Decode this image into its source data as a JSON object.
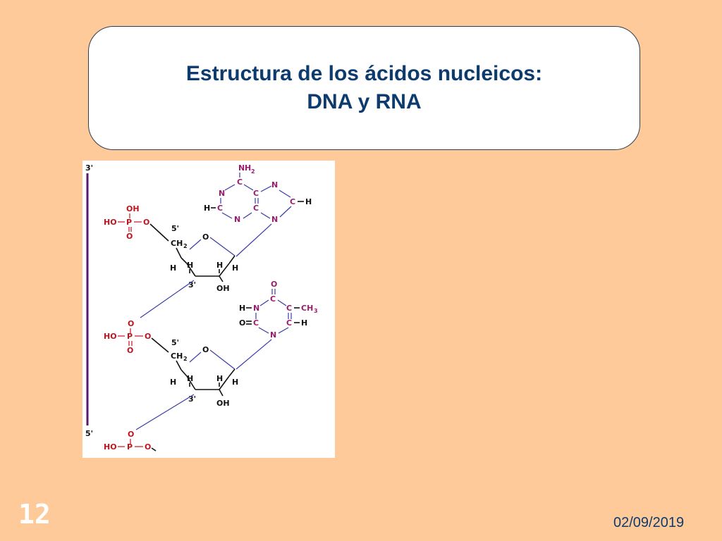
{
  "slide": {
    "title_line1": "Estructura de los ácidos nucleicos:",
    "title_line2": "DNA y RNA",
    "number": "12",
    "date": "02/09/2019"
  },
  "figure": {
    "strand_top": "3'",
    "strand_bottom": "5'",
    "nh2_n": "N",
    "nh2_h": "H",
    "nh2_2": "2",
    "adenine": {
      "c_top": "C",
      "n_left": "N",
      "c_mid_right": "C",
      "n_ring_right": "N",
      "h_left": "H",
      "c_left": "C",
      "c_center": "C",
      "c_right": "C",
      "h_right": "H",
      "n_bottom": "N",
      "n_bottom_right": "N"
    },
    "phosphate1": {
      "oh_top": "OH",
      "ho": "HO",
      "p": "P",
      "o_right": "O",
      "o_bottom": "O"
    },
    "sugar1": {
      "o_ring": "O",
      "five_prime": "5'",
      "ch2": "CH",
      "ch2_sub": "2",
      "h1": "H",
      "h2": "H",
      "h3": "H",
      "h4": "H",
      "three_prime": "3'",
      "oh": "OH"
    },
    "thymine": {
      "o_top": "O",
      "h_n": "H",
      "n_left": "N",
      "c_top": "C",
      "c_right": "C",
      "ch3": "CH",
      "ch3_sub": "3",
      "o_left": "O",
      "c_left": "C",
      "c_right2": "C",
      "h_right": "H",
      "n_bottom": "N"
    },
    "phosphate2": {
      "o_top": "O",
      "ho": "HO",
      "p": "P",
      "o_right": "O",
      "o_bottom": "O"
    },
    "sugar2": {
      "o_ring": "O",
      "five_prime": "5'",
      "ch2": "CH",
      "ch2_sub": "2",
      "h1": "H",
      "h2": "H",
      "h3": "H",
      "h4": "H",
      "three_prime": "3'",
      "oh": "OH"
    },
    "phosphate3": {
      "o_top": "O",
      "ho": "HO",
      "p": "P",
      "o_right": "O"
    }
  }
}
